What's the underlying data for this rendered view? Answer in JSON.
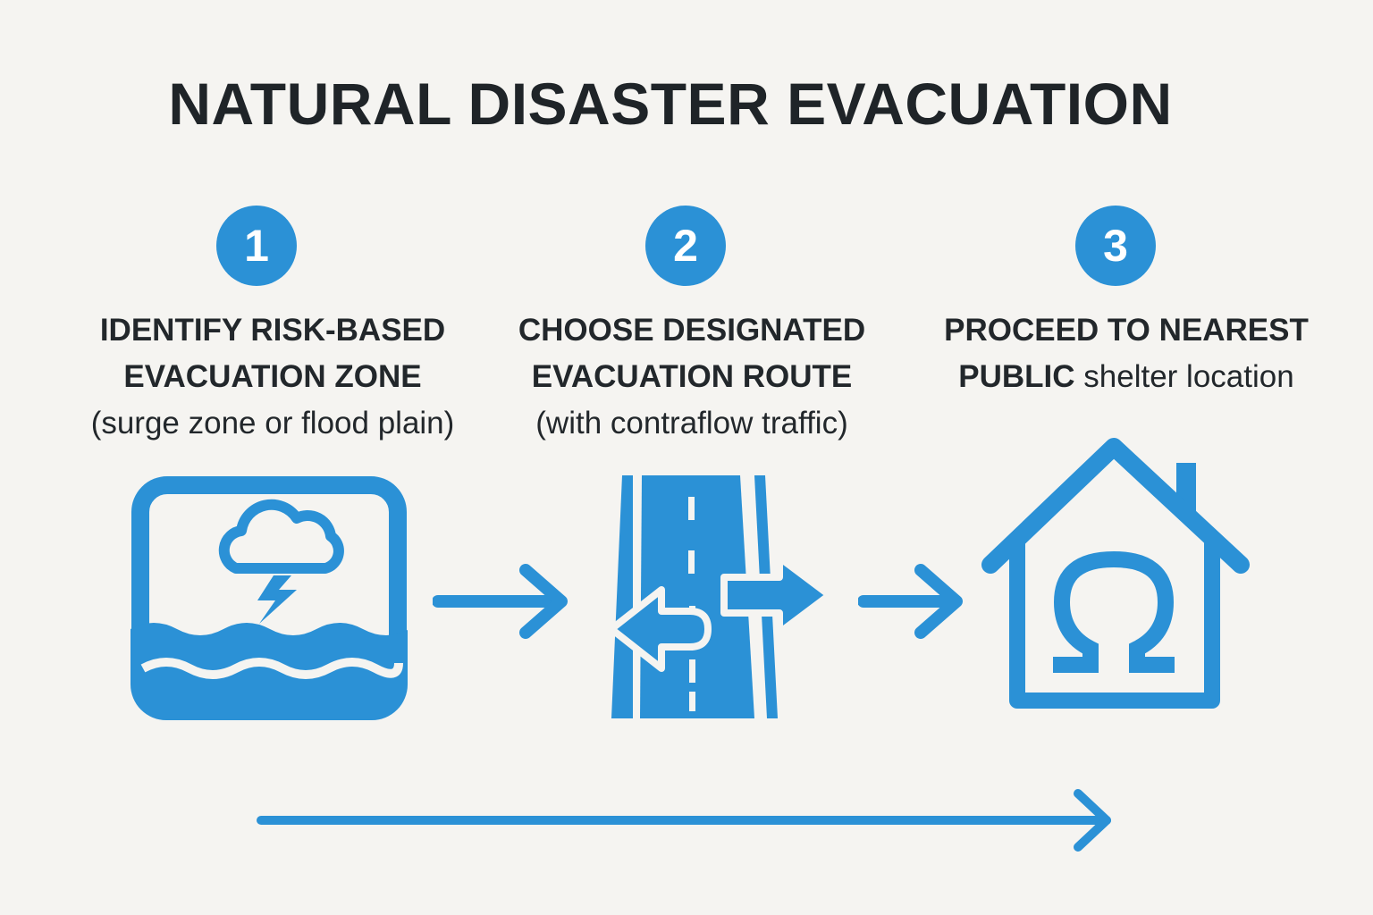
{
  "title": "NATURAL DISASTER EVACUATION",
  "accent_color": "#2b91d6",
  "steps": [
    {
      "number": "1",
      "heading_line1": "IDENTIFY RISK-BASED",
      "heading_line2": "EVACUATION ZONE",
      "subtext": "(surge zone or flood plain)",
      "icon": "storm-surge-icon"
    },
    {
      "number": "2",
      "heading_line1": "CHOOSE DESIGNATED",
      "heading_line2": "EVACUATION ROUTE",
      "subtext": "(with contraflow traffic)",
      "icon": "contraflow-road-icon"
    },
    {
      "number": "3",
      "heading_line1": "PROCEED TO NEAREST",
      "heading_line2_bold": "PUBLIC",
      "heading_line2_rest": " shelter location",
      "icon": "shelter-house-icon"
    }
  ],
  "connectors": [
    "arrow-right-icon",
    "arrow-right-icon",
    "long-arrow-right-icon"
  ]
}
